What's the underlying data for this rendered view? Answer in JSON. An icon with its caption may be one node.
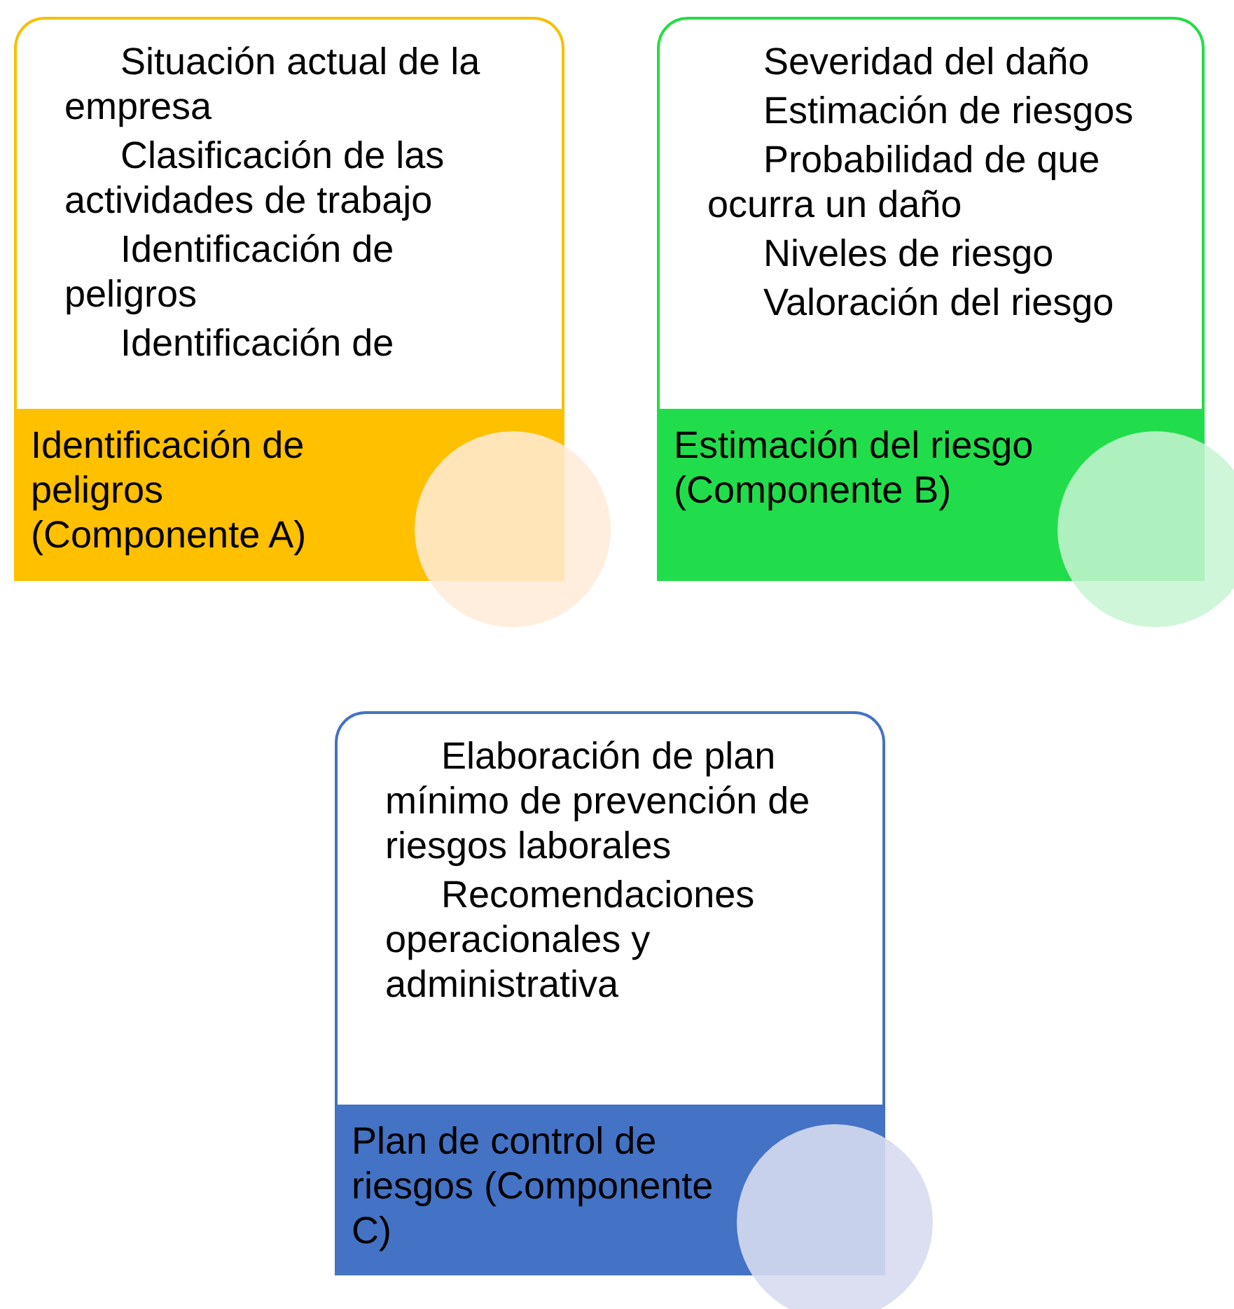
{
  "diagram": {
    "nodes": [
      {
        "text": [
          "Situación actual de la empresa",
          "Clasificación de las actividades de trabajo",
          "Identificación de peligros",
          "Identificación de"
        ]
      },
      {
        "text": [
          "Identificación de peligros (Componente A)"
        ]
      },
      {
        "text": [
          "Severidad del daño",
          "Estimación de riesgos",
          "Probabilidad de que ocurra un daño",
          "Niveles de riesgo",
          "Valoración del riesgo"
        ]
      },
      {
        "text": [
          "Estimación del riesgo (Componente B)"
        ]
      },
      {
        "text": [
          "Elaboración de plan mínimo de prevención de riesgos laborales",
          "Recomendaciones operacionales y administrativa"
        ]
      },
      {
        "text": [
          "Plan de control de riesgos (Componente C)"
        ]
      }
    ]
  }
}
